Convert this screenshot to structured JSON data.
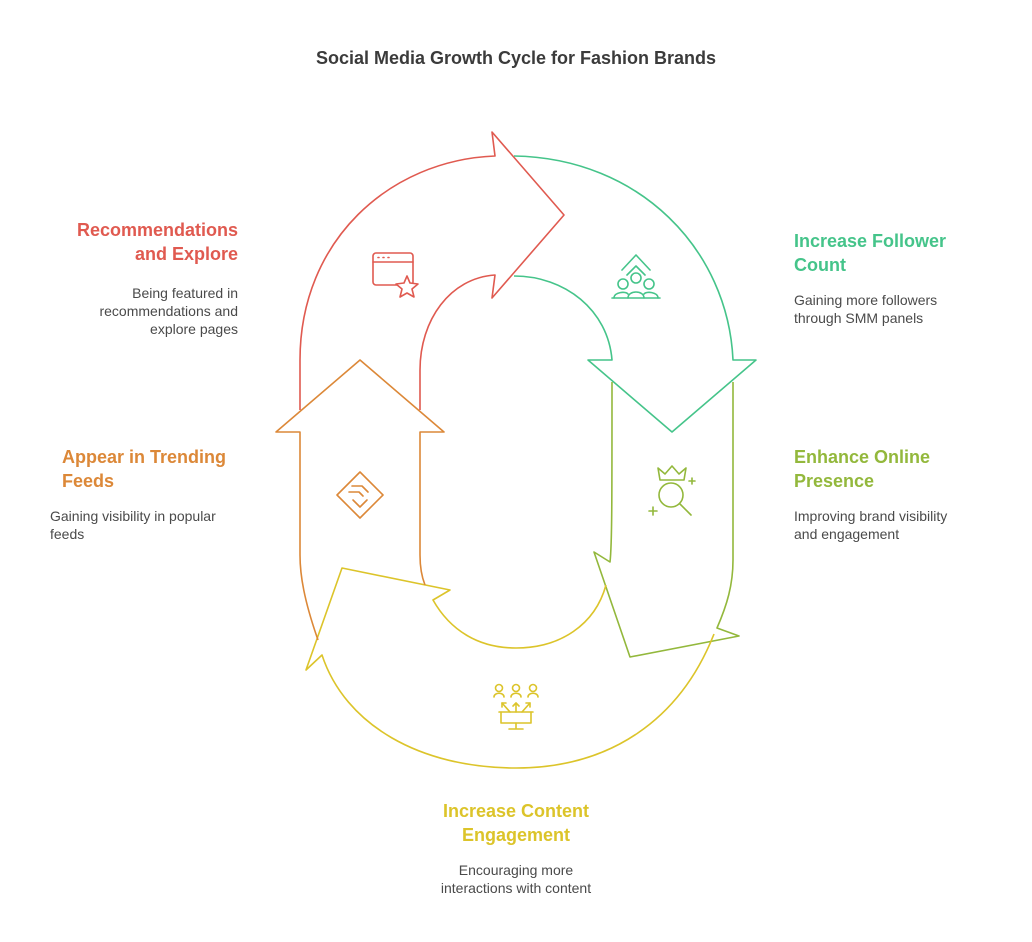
{
  "title": "Social Media Growth Cycle for Fashion Brands",
  "colors": {
    "red": "#e05a50",
    "green": "#45c48a",
    "lime": "#93b83c",
    "yellow": "#dcc42a",
    "orange": "#dc8838"
  },
  "steps": [
    {
      "heading_line1": "Increase Follower",
      "heading_line2": "Count",
      "desc_line1": "Gaining more followers",
      "desc_line2": "through SMM panels",
      "icon": "followers-growth-icon"
    },
    {
      "heading_line1": "Enhance Online",
      "heading_line2": "Presence",
      "desc_line1": "Improving brand visibility",
      "desc_line2": "and engagement",
      "icon": "crown-search-icon"
    },
    {
      "heading_line1": "Increase Content",
      "heading_line2": "Engagement",
      "desc_line1": "Encouraging more",
      "desc_line2": "interactions with content",
      "icon": "audience-monitor-icon"
    },
    {
      "heading_line1": "Appear in Trending",
      "heading_line2": "Feeds",
      "desc_line1": "Gaining visibility in popular",
      "desc_line2": "feeds",
      "icon": "feed-icon"
    },
    {
      "heading_line1": "Recommendations",
      "heading_line2": "and Explore",
      "desc_line1": "Being featured in",
      "desc_line2": "recommendations and",
      "desc_line3": "explore pages",
      "icon": "browser-star-icon"
    }
  ]
}
